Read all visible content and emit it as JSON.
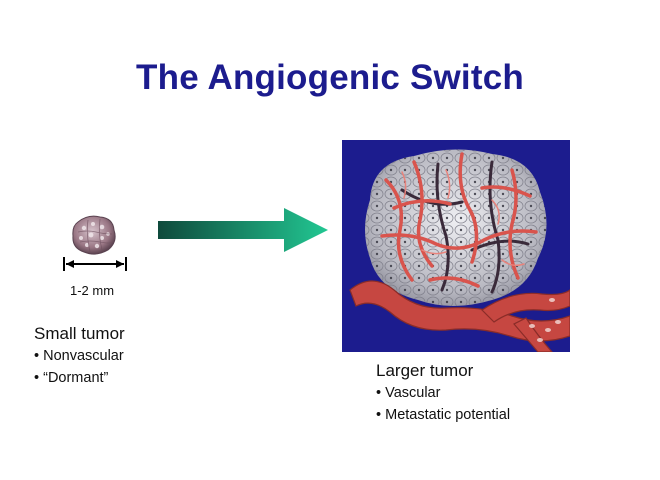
{
  "slide": {
    "title": "The Angiogenic Switch",
    "colors": {
      "title": "#1c1c8e",
      "panel_background": "#1c1c8e",
      "arrow_start": "#0f4a3c",
      "arrow_end": "#22c792",
      "vessel": "#d9544d",
      "tumor": "#c9c9cf"
    }
  },
  "small_tumor": {
    "scale_label": "1-2 mm",
    "heading": "Small tumor",
    "bullets": [
      "Nonvascular",
      "“Dormant”"
    ]
  },
  "large_tumor": {
    "heading": "Larger tumor",
    "bullets": [
      "Vascular",
      "Metastatic potential"
    ]
  }
}
